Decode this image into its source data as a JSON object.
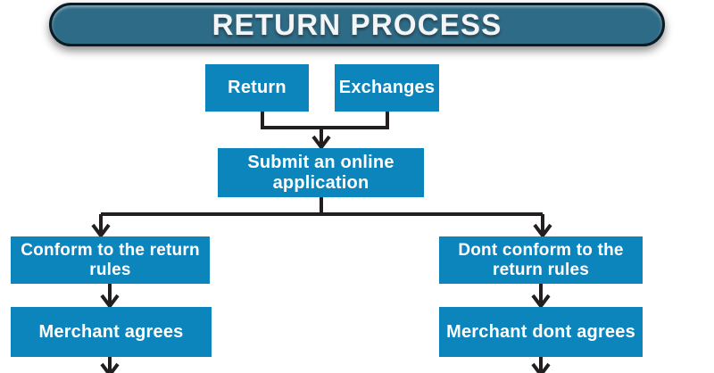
{
  "banner": {
    "title": "RETURN PROCESS",
    "colors": {
      "border": "#0d1b24",
      "fill_top": "#8fc4dc",
      "fill_bottom": "#123c52",
      "text": "#f2f6f8"
    }
  },
  "diagram": {
    "type": "flowchart",
    "background": "#ffffff",
    "node_fill": "#0c85bd",
    "node_text_color": "#ffffff",
    "connector_color": "#231f20",
    "nodes": [
      {
        "id": "return",
        "label": "Return"
      },
      {
        "id": "exchanges",
        "label": "Exchanges"
      },
      {
        "id": "submit",
        "label": "Submit an online application"
      },
      {
        "id": "conform",
        "label": "Conform to the return rules"
      },
      {
        "id": "dontconform",
        "label": "Dont conform to the return rules"
      },
      {
        "id": "agrees",
        "label": "Merchant agrees"
      },
      {
        "id": "dontagrees",
        "label": "Merchant dont agrees"
      }
    ],
    "edges": [
      {
        "from": "return",
        "to": "submit"
      },
      {
        "from": "exchanges",
        "to": "submit"
      },
      {
        "from": "submit",
        "to": "conform"
      },
      {
        "from": "submit",
        "to": "dontconform"
      },
      {
        "from": "conform",
        "to": "agrees"
      },
      {
        "from": "dontconform",
        "to": "dontagrees"
      },
      {
        "from": "agrees",
        "to": "(offscreen)"
      },
      {
        "from": "dontagrees",
        "to": "(offscreen)"
      }
    ]
  }
}
